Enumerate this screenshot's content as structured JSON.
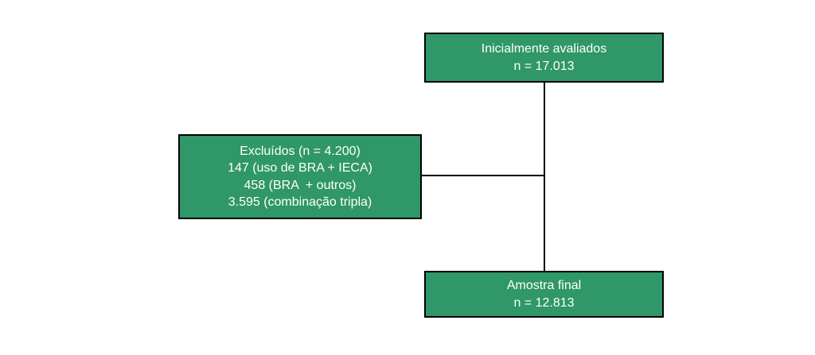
{
  "diagram": {
    "type": "flowchart",
    "language": "pt-BR",
    "colors": {
      "background": "#ffffff",
      "box_fill": "#2f9768",
      "box_border": "#000000",
      "text": "#ffffff",
      "connector": "#000000"
    },
    "nodes": {
      "initial": {
        "lines": [
          "Inicialmente avaliados",
          "n = 17.013"
        ]
      },
      "excluded": {
        "lines": [
          "Excluídos (n = 4.200)",
          "147 (uso de BRA + IECA)",
          "458 (BRA  + outros)",
          "3.595 (combinação tripla)"
        ]
      },
      "final": {
        "lines": [
          "Amostra final",
          "n = 12.813"
        ]
      }
    }
  }
}
